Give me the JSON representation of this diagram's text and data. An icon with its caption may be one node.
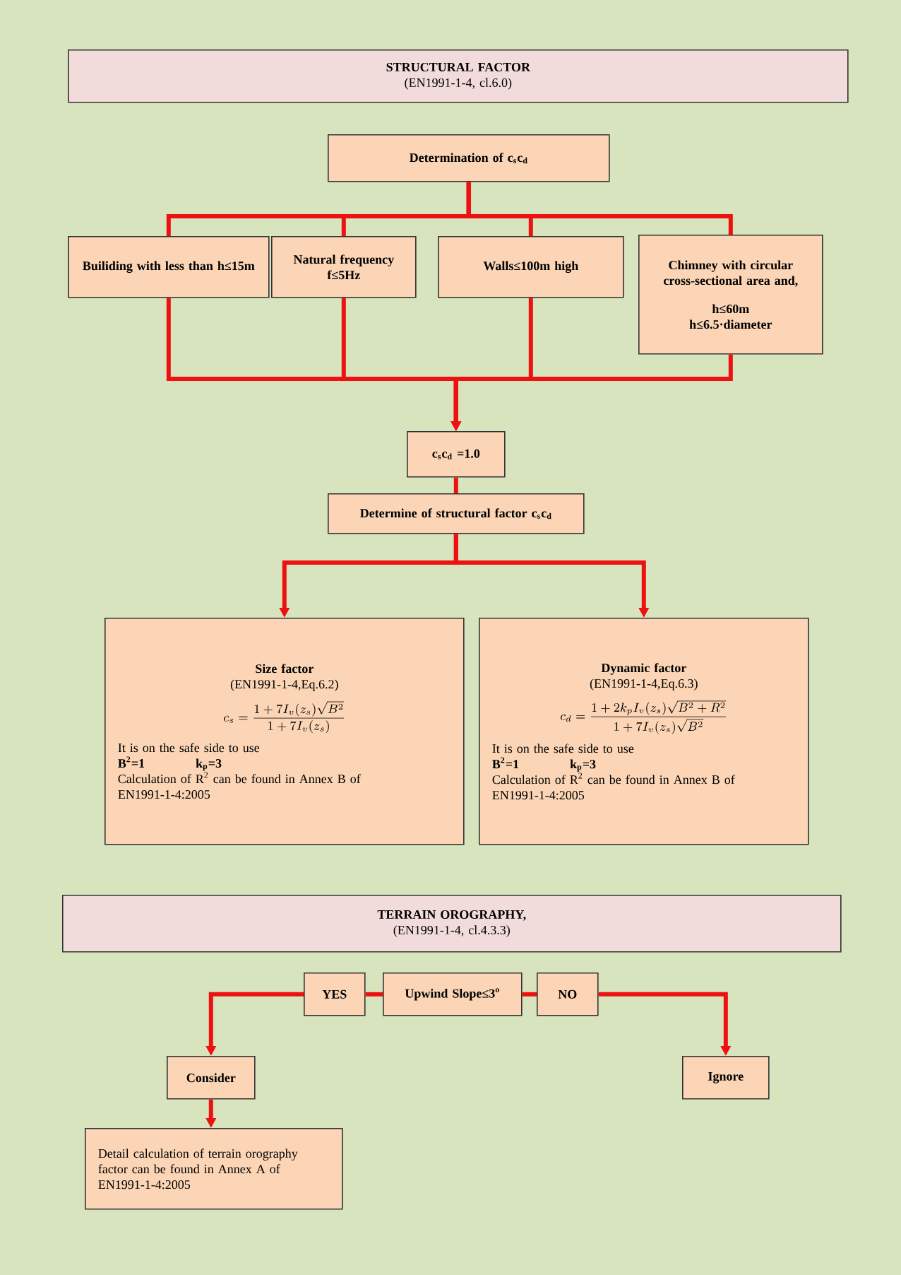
{
  "diagram": {
    "nodes": [
      {
        "text": [
          "STRUCTURAL FACTOR",
          "(EN1991-1-4, cl.6.0)"
        ]
      },
      {
        "text": [
          "Determination of c$_{s}$c$_{d}$"
        ]
      },
      {
        "text": [
          "Builiding with less than h≤15m"
        ]
      },
      {
        "text": [
          "Natural frequency f≤5Hz"
        ]
      },
      {
        "text": [
          "Walls≤100m high"
        ]
      },
      {
        "text": [
          "Chimney with circular cross-sectional area and,",
          "h≤60m",
          "h≤6.5·diameter"
        ]
      },
      {
        "text": [
          "c$_{s}$c$_{d}$ =1.0"
        ]
      },
      {
        "text": [
          "Determine of structural factor c$_{s}$c$_{d}$"
        ]
      },
      {
        "text": [
          "Size factor",
          "(EN1991-1-4,Eq.6.2)",
          "c_s = \\frac{1+7I_v(z_s)\\sqrt{B^2}}{1+7I_v(z_s)}",
          "It is on the safe side to use",
          "B$^{2}$=1",
          "k$_{p}$=3",
          "Calculation of R$^{2}$ can be found in Annex B of EN1991-1-4:2005"
        ]
      },
      {
        "text": [
          "Dynamic factor",
          "(EN1991-1-4,Eq.6.3)",
          "c_d = \\frac{1+2k_pI_v(z_s)\\sqrt{B^2+R^2}}{1+7I_v(z_s)\\sqrt{B^2}}",
          "It is on the safe side to use",
          "B$^{2}$=1",
          "k$_{p}$=3",
          "Calculation of R$^{2}$ can be found in Annex B of EN1991-1-4:2005"
        ]
      },
      {
        "text": [
          "TERRAIN OROGRAPHY,",
          "(EN1991-1-4, cl.4.3.3)"
        ]
      },
      {
        "text": [
          "YES"
        ]
      },
      {
        "text": [
          "Upwind Slope≤3$^{o}$"
        ]
      },
      {
        "text": [
          "NO"
        ]
      },
      {
        "text": [
          "Consider"
        ]
      },
      {
        "text": [
          "Ignore"
        ]
      },
      {
        "text": [
          "Detail calculation of terrain orography factor can be found in Annex A of EN1991-1-4:2005"
        ]
      }
    ],
    "edges": [
      {
        "from": 1,
        "to": 2,
        "arrow": "none"
      },
      {
        "from": 1,
        "to": 3,
        "arrow": "none"
      },
      {
        "from": 1,
        "to": 4,
        "arrow": "none"
      },
      {
        "from": 1,
        "to": 5,
        "arrow": "none"
      },
      {
        "from": 2,
        "to": 6,
        "arrow": "to"
      },
      {
        "from": 3,
        "to": 6,
        "arrow": "to"
      },
      {
        "from": 4,
        "to": 6,
        "arrow": "to"
      },
      {
        "from": 5,
        "to": 6,
        "arrow": "to"
      },
      {
        "from": 6,
        "to": 7,
        "arrow": "none"
      },
      {
        "from": 7,
        "to": 8,
        "arrow": "to"
      },
      {
        "from": 7,
        "to": 9,
        "arrow": "to"
      },
      {
        "from": 11,
        "to": 12,
        "arrow": "none"
      },
      {
        "from": 12,
        "to": 13,
        "arrow": "none"
      },
      {
        "from": 11,
        "to": 14,
        "arrow": "to"
      },
      {
        "from": 13,
        "to": 15,
        "arrow": "to"
      },
      {
        "from": 14,
        "to": 16,
        "arrow": "to"
      }
    ]
  }
}
